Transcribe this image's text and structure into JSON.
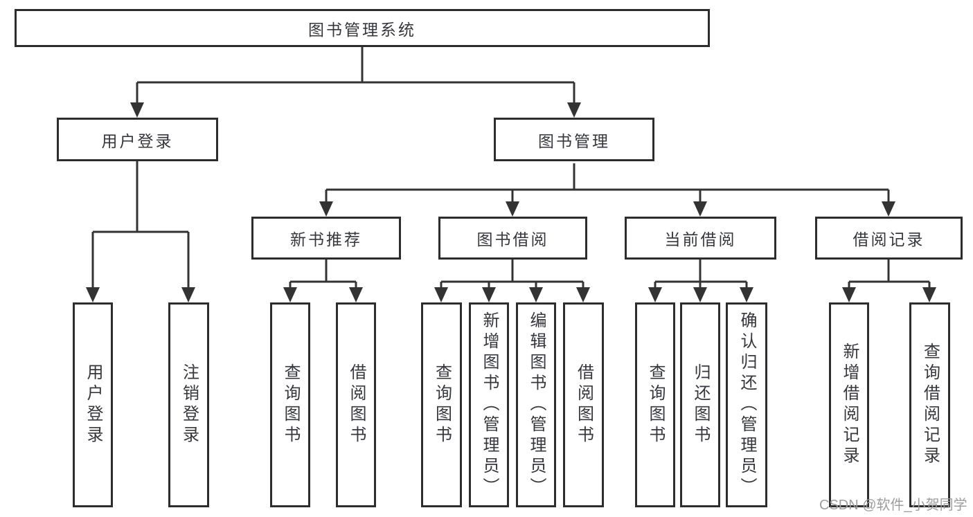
{
  "tree": {
    "label": "图书管理系统",
    "children": [
      {
        "label": "用户登录",
        "children": [
          {
            "label": "用户登录"
          },
          {
            "label": "注销登录"
          }
        ]
      },
      {
        "label": "图书管理",
        "children": [
          {
            "label": "新书推荐",
            "children": [
              {
                "label": "查询图书"
              },
              {
                "label": "借阅图书"
              }
            ]
          },
          {
            "label": "图书借阅",
            "children": [
              {
                "label": "查询图书"
              },
              {
                "label": "新增图书（管理员）"
              },
              {
                "label": "编辑图书（管理员）"
              },
              {
                "label": "借阅图书"
              }
            ]
          },
          {
            "label": "当前借阅",
            "children": [
              {
                "label": "查询图书"
              },
              {
                "label": "归还图书"
              },
              {
                "label": "确认归还（管理员）"
              }
            ]
          },
          {
            "label": "借阅记录",
            "children": [
              {
                "label": "新增借阅记录"
              },
              {
                "label": "查询借阅记录"
              }
            ]
          }
        ]
      }
    ]
  },
  "watermark": {
    "text": "CSDN @软件_小贺同学"
  },
  "colors": {
    "line": "#333333",
    "box_border": "#2d2d2d",
    "box_fill": "#ffffff",
    "text": "#36373c",
    "watermark": "#9d9d9d"
  }
}
